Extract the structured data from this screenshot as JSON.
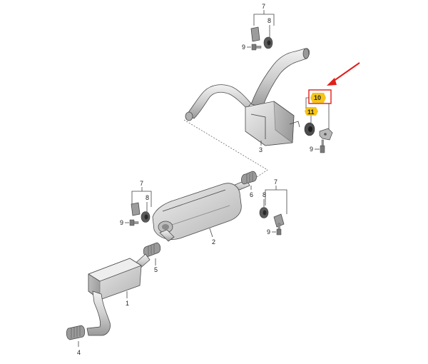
{
  "callouts": {
    "front_muffler": "1",
    "centre_muffler": "2",
    "rear_muffler": "3",
    "clamp_front": "4",
    "clamp_mid": "5",
    "clamp_centre": "6",
    "hanger_group_top": "7",
    "bushing_top": "8",
    "bolt_top": "9",
    "hanger_group_mid": "7",
    "bushing_mid_left": "8",
    "bolt_mid_left": "9",
    "hanger_group_right": "7",
    "bushing_mid_right": "8",
    "bolt_mid_right": "9",
    "bolt_rear": "9",
    "bracket_highlight": "10",
    "washer_highlight": "11"
  },
  "colors": {
    "highlight_fill": "#f5c518",
    "highlight_box": "#e0201b",
    "arrow": "#e0201b",
    "metal_light": "#e4e4e4",
    "metal_mid": "#c4c4c4",
    "metal_dark": "#8a8a8a"
  }
}
